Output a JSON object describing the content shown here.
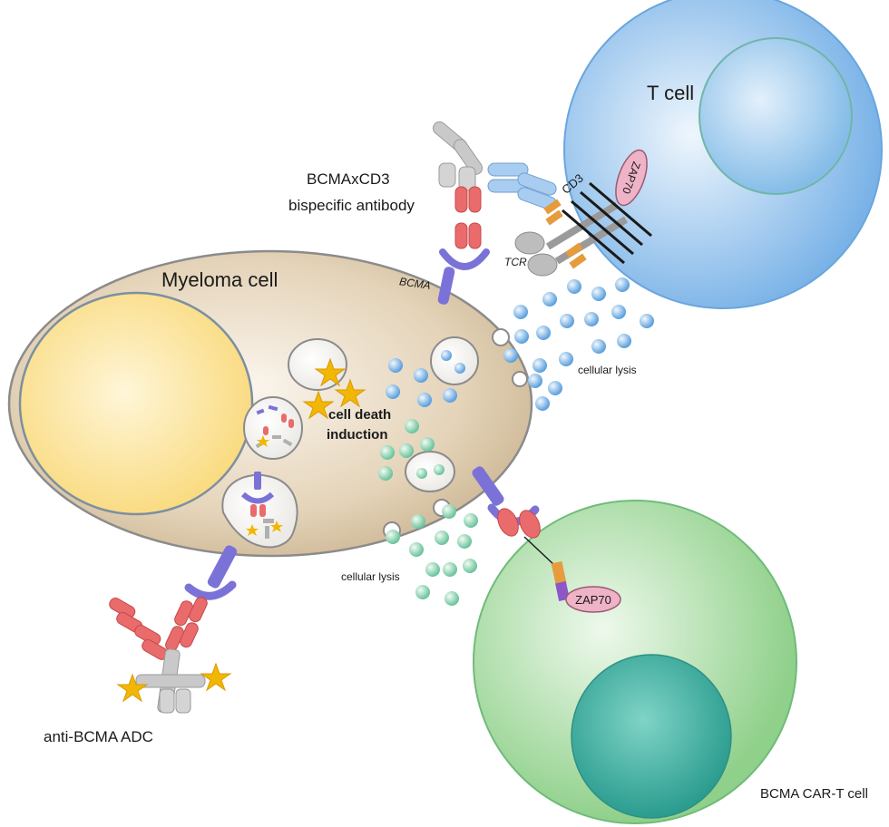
{
  "labels": {
    "t_cell": "T cell",
    "bispecific_line1": "BCMAxCD3",
    "bispecific_line2": "bispecific antibody",
    "cd3": "CD3",
    "zap70_top": "ZAP70",
    "tcr": "TCR",
    "bcma": "BCMA",
    "myeloma_cell": "Myeloma cell",
    "cell_death_line1": "cell death",
    "cell_death_line2": "induction",
    "lysis_top": "cellular lysis",
    "lysis_bottom": "cellular lysis",
    "zap70_car": "ZAP70",
    "adc": "anti-BCMA ADC",
    "car_t": "BCMA CAR-T cell"
  },
  "colors": {
    "myeloma": "#d9c7a8",
    "nucleus": "#fbe39b",
    "t_cell": "#8cc1ec",
    "car_t": "#a9dca5",
    "bcma": "#7b72d8",
    "antibody_red": "#ea6b6b",
    "antibody_blue": "#7fb3e6",
    "antibody_gray": "#c9c9c9",
    "zap70": "#efb3c8",
    "cd3_orange": "#e69b3c",
    "payload_star": "#f2b705"
  }
}
